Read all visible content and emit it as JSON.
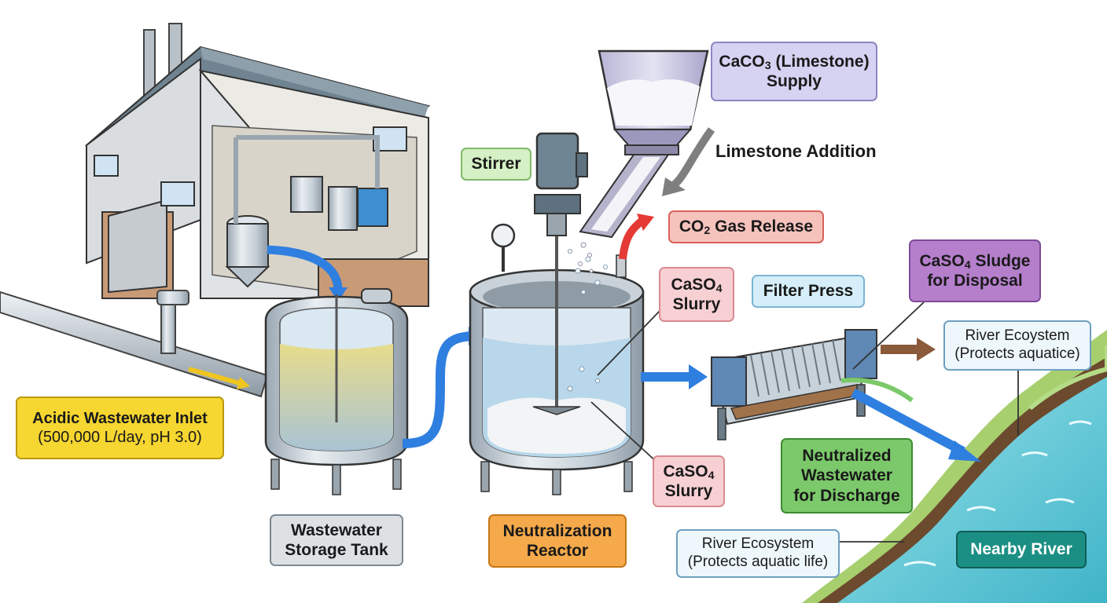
{
  "colors": {
    "yellow_label": "#f6d630",
    "green_label": "#d5f0c4",
    "purple_label": "#d6d2f2",
    "red_label": "#f6c2bc",
    "pink_label": "#f7d0d3",
    "blue_label": "#d5eef9",
    "violet_label": "#b57fcc",
    "discharge_green": "#7bc96a",
    "orange_label": "#f5a94a",
    "gray_label": "#dde1e4",
    "teal_label": "#1c8f84",
    "flow_arrow": "#2f7fe0",
    "sludge_arrow": "#8a5a3a",
    "co2_arrow": "#e53935"
  },
  "labels": {
    "inlet_line1": "Acidic Wastewater Inlet",
    "inlet_line2": "(500,000 L/day, pH 3.0)",
    "storage_tank": "Wastewater Storage Tank",
    "stirrer": "Stirrer",
    "limestone_supply_formula": "CaCO",
    "limestone_supply_sub": "3",
    "limestone_supply_rest": " (Limestone)",
    "limestone_supply_line2": "Supply",
    "limestone_addition": "Limestone Addition",
    "co2_prefix": "CO",
    "co2_sub": "2",
    "co2_rest": " Gas Release",
    "slurry_top_formula": "CaSO",
    "slurry_top_sub": "4",
    "slurry_top_line2": "Slurry",
    "slurry_bottom_formula": "CaSO",
    "slurry_bottom_sub": "4",
    "slurry_bottom_line2": "Slurry",
    "reactor": "Neutralization Reactor",
    "filter_press": "Filter Press",
    "sludge_formula": "CaSO",
    "sludge_sub": "4",
    "sludge_rest": " Sludge",
    "sludge_line2": "for Disposal",
    "river_ecosystem_top_line1": "River Ecoystem",
    "river_ecosystem_top_line2": "(Protects aquatice)",
    "neutralized_line1": "Neutralized",
    "neutralized_line2": "Wastewater",
    "neutralized_line3": "for Discharge",
    "river_ecosystem_bottom_line1": "River Ecosystem",
    "river_ecosystem_bottom_line2": "(Protects aquatic life)",
    "nearby_river": "Nearby River"
  }
}
